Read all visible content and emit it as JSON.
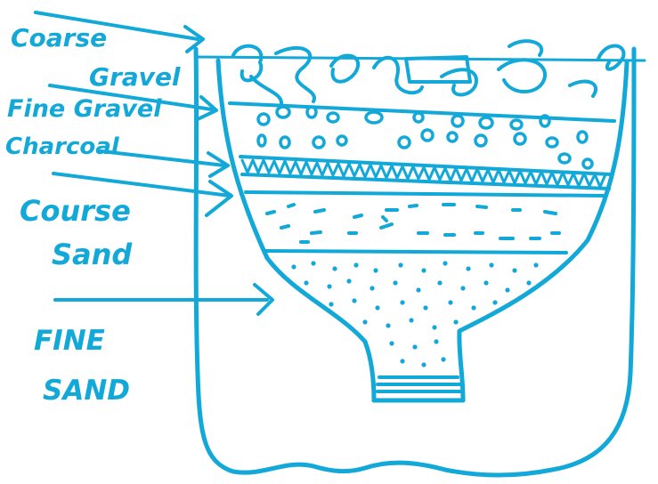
{
  "diagram": {
    "ink_color": "#12a8d8",
    "paper_color": "#ffffff",
    "labels": {
      "coarse_gravel_1": "Coarse",
      "coarse_gravel_2": "Gravel",
      "fine_gravel": "Fine Gravel",
      "charcoal": "Charcoal",
      "coarse_sand_1": "Course",
      "coarse_sand_2": "Sand",
      "fine_sand_1": "FINE",
      "fine_sand_2": "SAND"
    },
    "layers": [
      "coarse-gravel",
      "fine-gravel",
      "charcoal",
      "coarse-sand",
      "fine-sand"
    ]
  }
}
